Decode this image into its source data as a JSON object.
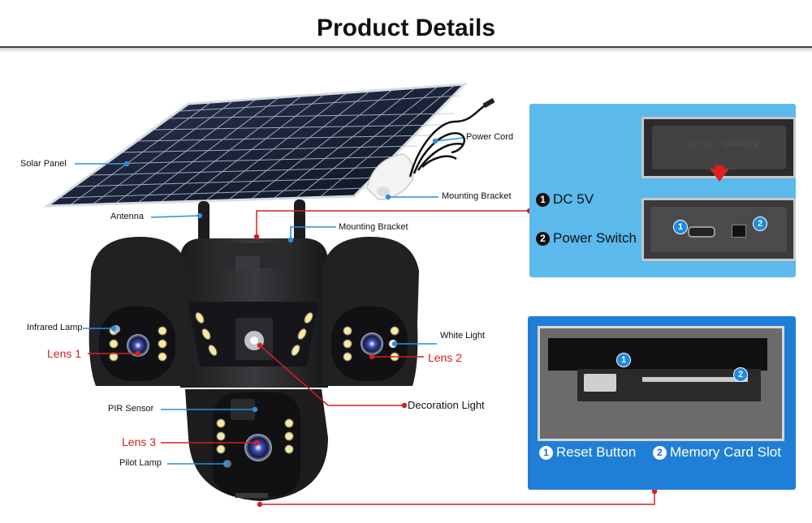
{
  "header": {
    "title": "Product Details"
  },
  "callouts": {
    "solar_panel": "Solar Panel",
    "antenna": "Antenna",
    "power_cord": "Power Cord",
    "mounting_bracket_top": "Mounting Bracket",
    "mounting_bracket_mid": "Mounting Bracket",
    "infrared_lamp": "Infrared Lamp",
    "lens1": "Lens 1",
    "white_light": "White Light",
    "lens2": "Lens 2",
    "decoration_light": "Decoration Light",
    "pir_sensor": "PIR Sensor",
    "lens3": "Lens 3",
    "pilot_lamp": "Pilot Lamp"
  },
  "power_panel": {
    "cover_text": "OFF/ON",
    "cover_badge": "DC 5V",
    "item1_num": "1",
    "item1_label": "DC 5V",
    "item2_num": "2",
    "item2_label": "Power Switch",
    "badge1": "1",
    "badge2": "2"
  },
  "card_panel": {
    "item1_num": "1",
    "item1_label": "Reset Button",
    "item2_num": "2",
    "item2_label": "Memory Card Slot",
    "badge1": "1",
    "badge2": "2"
  },
  "colors": {
    "panel_blue": "#5bb9ec",
    "panel_blue_dark": "#1f7fd6",
    "callout_blue": "#2a8fd8",
    "callout_red": "#d32020"
  }
}
